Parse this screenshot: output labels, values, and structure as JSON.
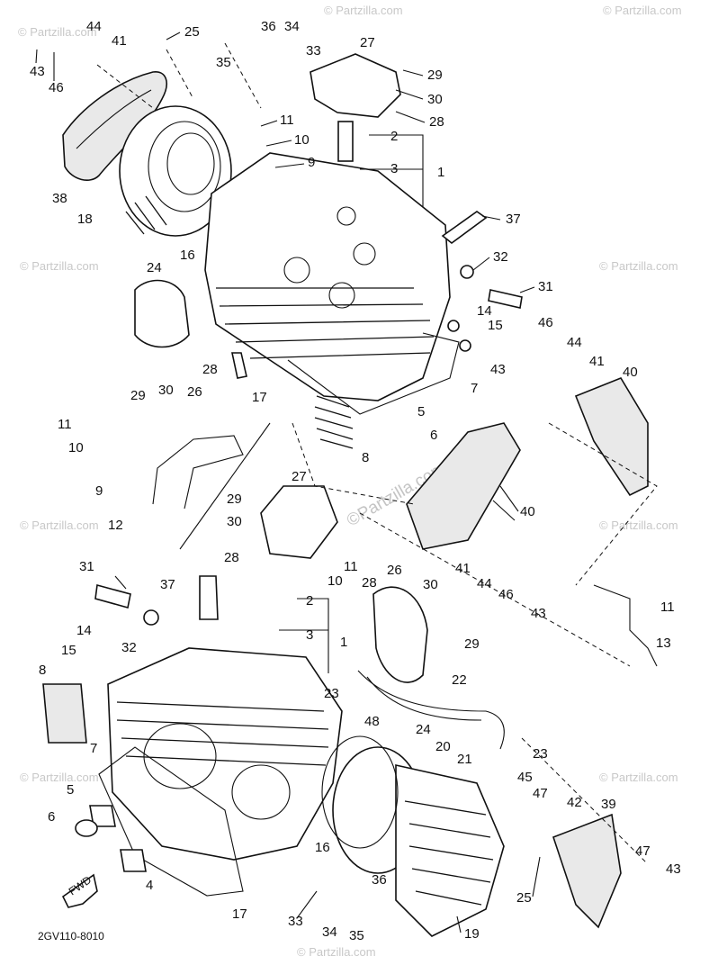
{
  "diagram": {
    "drawing_code": "2GV110-8010",
    "front_marker": "FWD",
    "watermark": "© Partzilla.com",
    "center_watermark": "©Partzilla.com"
  },
  "callouts": [
    {
      "id": "c44a",
      "text": "44"
    },
    {
      "id": "c41a",
      "text": "41"
    },
    {
      "id": "c43a",
      "text": "43"
    },
    {
      "id": "c46a",
      "text": "46"
    },
    {
      "id": "c25a",
      "text": "25"
    },
    {
      "id": "c36a",
      "text": "36"
    },
    {
      "id": "c34a",
      "text": "34"
    },
    {
      "id": "c33a",
      "text": "33"
    },
    {
      "id": "c35a",
      "text": "35"
    },
    {
      "id": "c27a",
      "text": "27"
    },
    {
      "id": "c29a",
      "text": "29"
    },
    {
      "id": "c30a",
      "text": "30"
    },
    {
      "id": "c28a",
      "text": "28"
    },
    {
      "id": "c11a",
      "text": "11"
    },
    {
      "id": "c10a",
      "text": "10"
    },
    {
      "id": "c9a",
      "text": "9"
    },
    {
      "id": "c2a",
      "text": "2"
    },
    {
      "id": "c3a",
      "text": "3"
    },
    {
      "id": "c1a",
      "text": "1"
    },
    {
      "id": "c38",
      "text": "38"
    },
    {
      "id": "c18",
      "text": "18"
    },
    {
      "id": "c24a",
      "text": "24"
    },
    {
      "id": "c16a",
      "text": "16"
    },
    {
      "id": "c37a",
      "text": "37"
    },
    {
      "id": "c32a",
      "text": "32"
    },
    {
      "id": "c31a",
      "text": "31"
    },
    {
      "id": "c14a",
      "text": "14"
    },
    {
      "id": "c15a",
      "text": "15"
    },
    {
      "id": "c46b",
      "text": "46"
    },
    {
      "id": "c44b",
      "text": "44"
    },
    {
      "id": "c43b",
      "text": "43"
    },
    {
      "id": "c41b",
      "text": "41"
    },
    {
      "id": "c40a",
      "text": "40"
    },
    {
      "id": "c28b",
      "text": "28"
    },
    {
      "id": "c29b",
      "text": "29"
    },
    {
      "id": "c30b",
      "text": "30"
    },
    {
      "id": "c26a",
      "text": "26"
    },
    {
      "id": "c17a",
      "text": "17"
    },
    {
      "id": "c7a",
      "text": "7"
    },
    {
      "id": "c5a",
      "text": "5"
    },
    {
      "id": "c6a",
      "text": "6"
    },
    {
      "id": "c8a",
      "text": "8"
    },
    {
      "id": "c11b",
      "text": "11"
    },
    {
      "id": "c10b",
      "text": "10"
    },
    {
      "id": "c9b",
      "text": "9"
    },
    {
      "id": "c12",
      "text": "12"
    },
    {
      "id": "c27b",
      "text": "27"
    },
    {
      "id": "c29c",
      "text": "29"
    },
    {
      "id": "c30c",
      "text": "30"
    },
    {
      "id": "c28c",
      "text": "28"
    },
    {
      "id": "c40b",
      "text": "40"
    },
    {
      "id": "c41c",
      "text": "41"
    },
    {
      "id": "c44c",
      "text": "44"
    },
    {
      "id": "c46c",
      "text": "46"
    },
    {
      "id": "c43c",
      "text": "43"
    },
    {
      "id": "c31b",
      "text": "31"
    },
    {
      "id": "c37b",
      "text": "37"
    },
    {
      "id": "c32b",
      "text": "32"
    },
    {
      "id": "c2b",
      "text": "2"
    },
    {
      "id": "c3b",
      "text": "3"
    },
    {
      "id": "c1b",
      "text": "1"
    },
    {
      "id": "c10c",
      "text": "10"
    },
    {
      "id": "c11c",
      "text": "11"
    },
    {
      "id": "c28d",
      "text": "28"
    },
    {
      "id": "c26b",
      "text": "26"
    },
    {
      "id": "c30d",
      "text": "30"
    },
    {
      "id": "c29d",
      "text": "29"
    },
    {
      "id": "c11d",
      "text": "11"
    },
    {
      "id": "c13",
      "text": "13"
    },
    {
      "id": "c14b",
      "text": "14"
    },
    {
      "id": "c15b",
      "text": "15"
    },
    {
      "id": "c8b",
      "text": "8"
    },
    {
      "id": "c23a",
      "text": "23"
    },
    {
      "id": "c22",
      "text": "22"
    },
    {
      "id": "c7b",
      "text": "7"
    },
    {
      "id": "c5b",
      "text": "5"
    },
    {
      "id": "c6b",
      "text": "6"
    },
    {
      "id": "c4",
      "text": "4"
    },
    {
      "id": "c48",
      "text": "48"
    },
    {
      "id": "c24b",
      "text": "24"
    },
    {
      "id": "c20",
      "text": "20"
    },
    {
      "id": "c21",
      "text": "21"
    },
    {
      "id": "c23b",
      "text": "23"
    },
    {
      "id": "c45",
      "text": "45"
    },
    {
      "id": "c47a",
      "text": "47"
    },
    {
      "id": "c42",
      "text": "42"
    },
    {
      "id": "c39",
      "text": "39"
    },
    {
      "id": "c16b",
      "text": "16"
    },
    {
      "id": "c47b",
      "text": "47"
    },
    {
      "id": "c43d",
      "text": "43"
    },
    {
      "id": "c17b",
      "text": "17"
    },
    {
      "id": "c33b",
      "text": "33"
    },
    {
      "id": "c36b",
      "text": "36"
    },
    {
      "id": "c34b",
      "text": "34"
    },
    {
      "id": "c35b",
      "text": "35"
    },
    {
      "id": "c25b",
      "text": "25"
    },
    {
      "id": "c19",
      "text": "19"
    }
  ]
}
